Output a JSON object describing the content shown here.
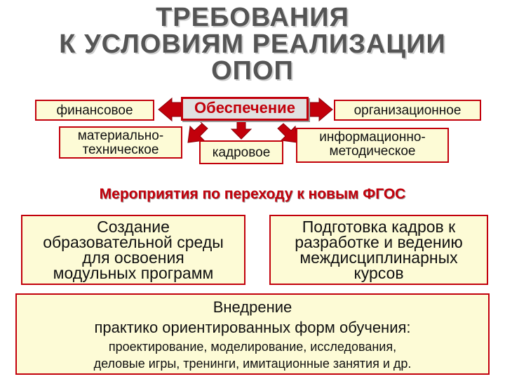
{
  "title": {
    "line1": "ТРЕБОВАНИЯ",
    "line2": "К УСЛОВИЯМ РЕАЛИЗАЦИИ",
    "line3": "ОПОП"
  },
  "diagram": {
    "center": "Обеспечение",
    "left": "финансовое",
    "right": "организационное",
    "bottom_left_1": "материально-",
    "bottom_left_2": "техническое",
    "bottom_center": "кадровое",
    "bottom_right_1": "информационно-",
    "bottom_right_2": "методическое"
  },
  "subheading": "Мероприятия по переходу к новым ФГОС",
  "measures": {
    "left": [
      "Создание",
      "образовательной среды",
      "для освоения",
      "модульных программ"
    ],
    "right": [
      "Подготовка кадров к",
      "разработке и ведению",
      "междисциплинарных",
      "курсов"
    ],
    "bottom": [
      "Внедрение",
      "практико ориентированных форм обучения:",
      "проектирование, моделирование, исследования,",
      "деловые игры, тренинги, имитационные занятия и др."
    ]
  },
  "colors": {
    "accent": "#c2000b",
    "box_fill": "#fdfbd6",
    "center_fill": "#e1e1e1",
    "title": "#555555"
  }
}
